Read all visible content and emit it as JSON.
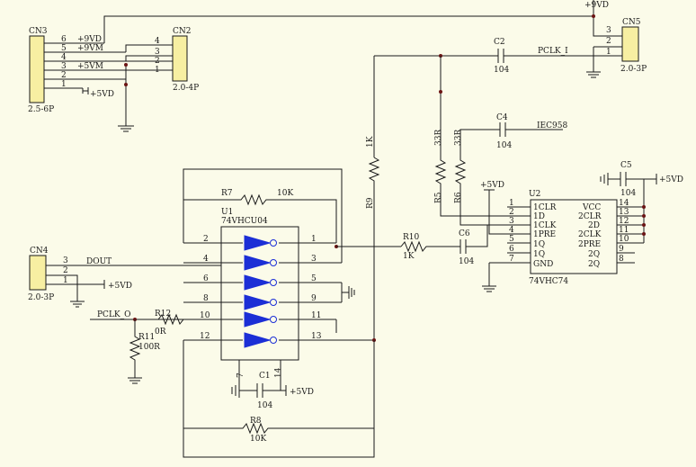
{
  "components": {
    "cn3": {
      "ref": "CN3",
      "type": "2.5-6P",
      "pins": [
        "6",
        "5",
        "4",
        "3",
        "2",
        "1"
      ]
    },
    "cn2": {
      "ref": "CN2",
      "type": "2.0-4P",
      "pins": [
        "4",
        "3",
        "2",
        "1"
      ]
    },
    "cn4": {
      "ref": "CN4",
      "type": "2.0-3P",
      "pins": [
        "3",
        "2",
        "1"
      ]
    },
    "cn5": {
      "ref": "CN5",
      "type": "2.0-3P",
      "pins": [
        "3",
        "2",
        "1"
      ]
    },
    "u1": {
      "ref": "U1",
      "type": "74VHCU04",
      "pins_left": [
        "2",
        "4",
        "6",
        "8",
        "10",
        "12"
      ],
      "pins_right": [
        "1",
        "3",
        "5",
        "9",
        "11",
        "13"
      ],
      "pin_vcc": "14",
      "pin_gnd": "7"
    },
    "u2": {
      "ref": "U2",
      "type": "74VHC74",
      "pins_left": [
        "1",
        "2",
        "3",
        "4",
        "5",
        "6",
        "7"
      ],
      "pins_right": [
        "14",
        "13",
        "12",
        "11",
        "10",
        "9",
        "8"
      ],
      "names_left": [
        "1CLR",
        "1D",
        "1CLK",
        "1PRE",
        "1Q",
        "1Q",
        "GND"
      ],
      "names_right": [
        "VCC",
        "2CLR",
        "2D",
        "2CLK",
        "2PRE",
        "2Q",
        "2Q"
      ]
    },
    "r7": {
      "ref": "R7",
      "value": "10K"
    },
    "r8": {
      "ref": "R8",
      "value": "10K"
    },
    "r9": {
      "ref": "R9",
      "value": "1K"
    },
    "r10": {
      "ref": "R10",
      "value": "1K"
    },
    "r5": {
      "ref": "R5",
      "value": "33R"
    },
    "r6": {
      "ref": "R6",
      "value": "33R"
    },
    "r11": {
      "ref": "R11",
      "value": "100R"
    },
    "r12": {
      "ref": "R12",
      "value": "0R"
    },
    "c1": {
      "ref": "C1",
      "value": "104"
    },
    "c2": {
      "ref": "C2",
      "value": "104"
    },
    "c4": {
      "ref": "C4",
      "value": "104"
    },
    "c5": {
      "ref": "C5",
      "value": "104"
    },
    "c6": {
      "ref": "C6",
      "value": "104"
    }
  },
  "nets": {
    "p9vd": "+9VD",
    "p9vm": "+9VM",
    "p5vm": "+5VM",
    "p5vd": "+5VD",
    "dout": "DOUT",
    "pclk_o": "PCLK_O",
    "pclk_i": "PCLK_I",
    "iec958": "IEC958"
  }
}
